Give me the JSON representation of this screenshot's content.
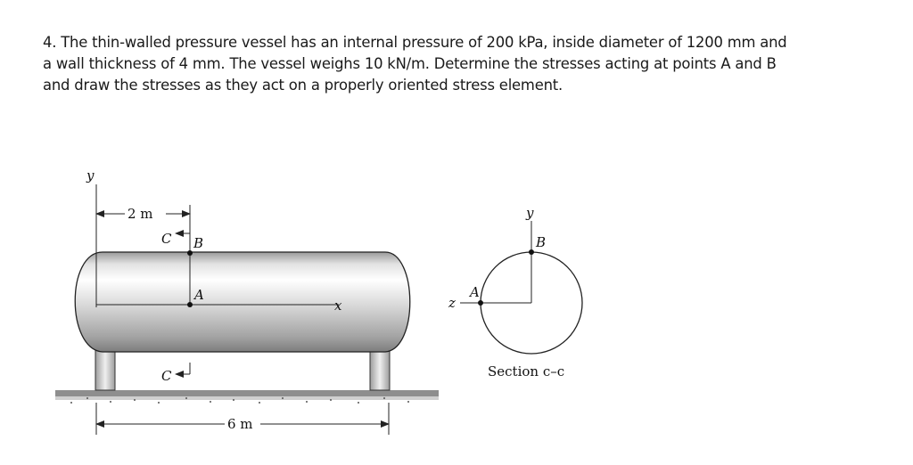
{
  "problem": {
    "lines": [
      "4. The thin-walled pressure vessel has an internal pressure of 200 kPa, inside diameter of 1200 mm and",
      "a wall thickness of 4 mm. The vessel weighs 10 kN/m. Determine the stresses acting at points A and B",
      "and draw the stresses as they act on a properly oriented stress element."
    ]
  },
  "figure": {
    "vessel": {
      "y_axis": "y",
      "x_axis": "x",
      "dim_top": "2 m",
      "dim_bottom": "6 m",
      "section_top": "C",
      "section_bottom": "C",
      "point_A": "A",
      "point_B": "B"
    },
    "section": {
      "y_axis": "y",
      "z_axis": "z",
      "point_A": "A",
      "point_B": "B",
      "caption": "Section c–c"
    }
  }
}
